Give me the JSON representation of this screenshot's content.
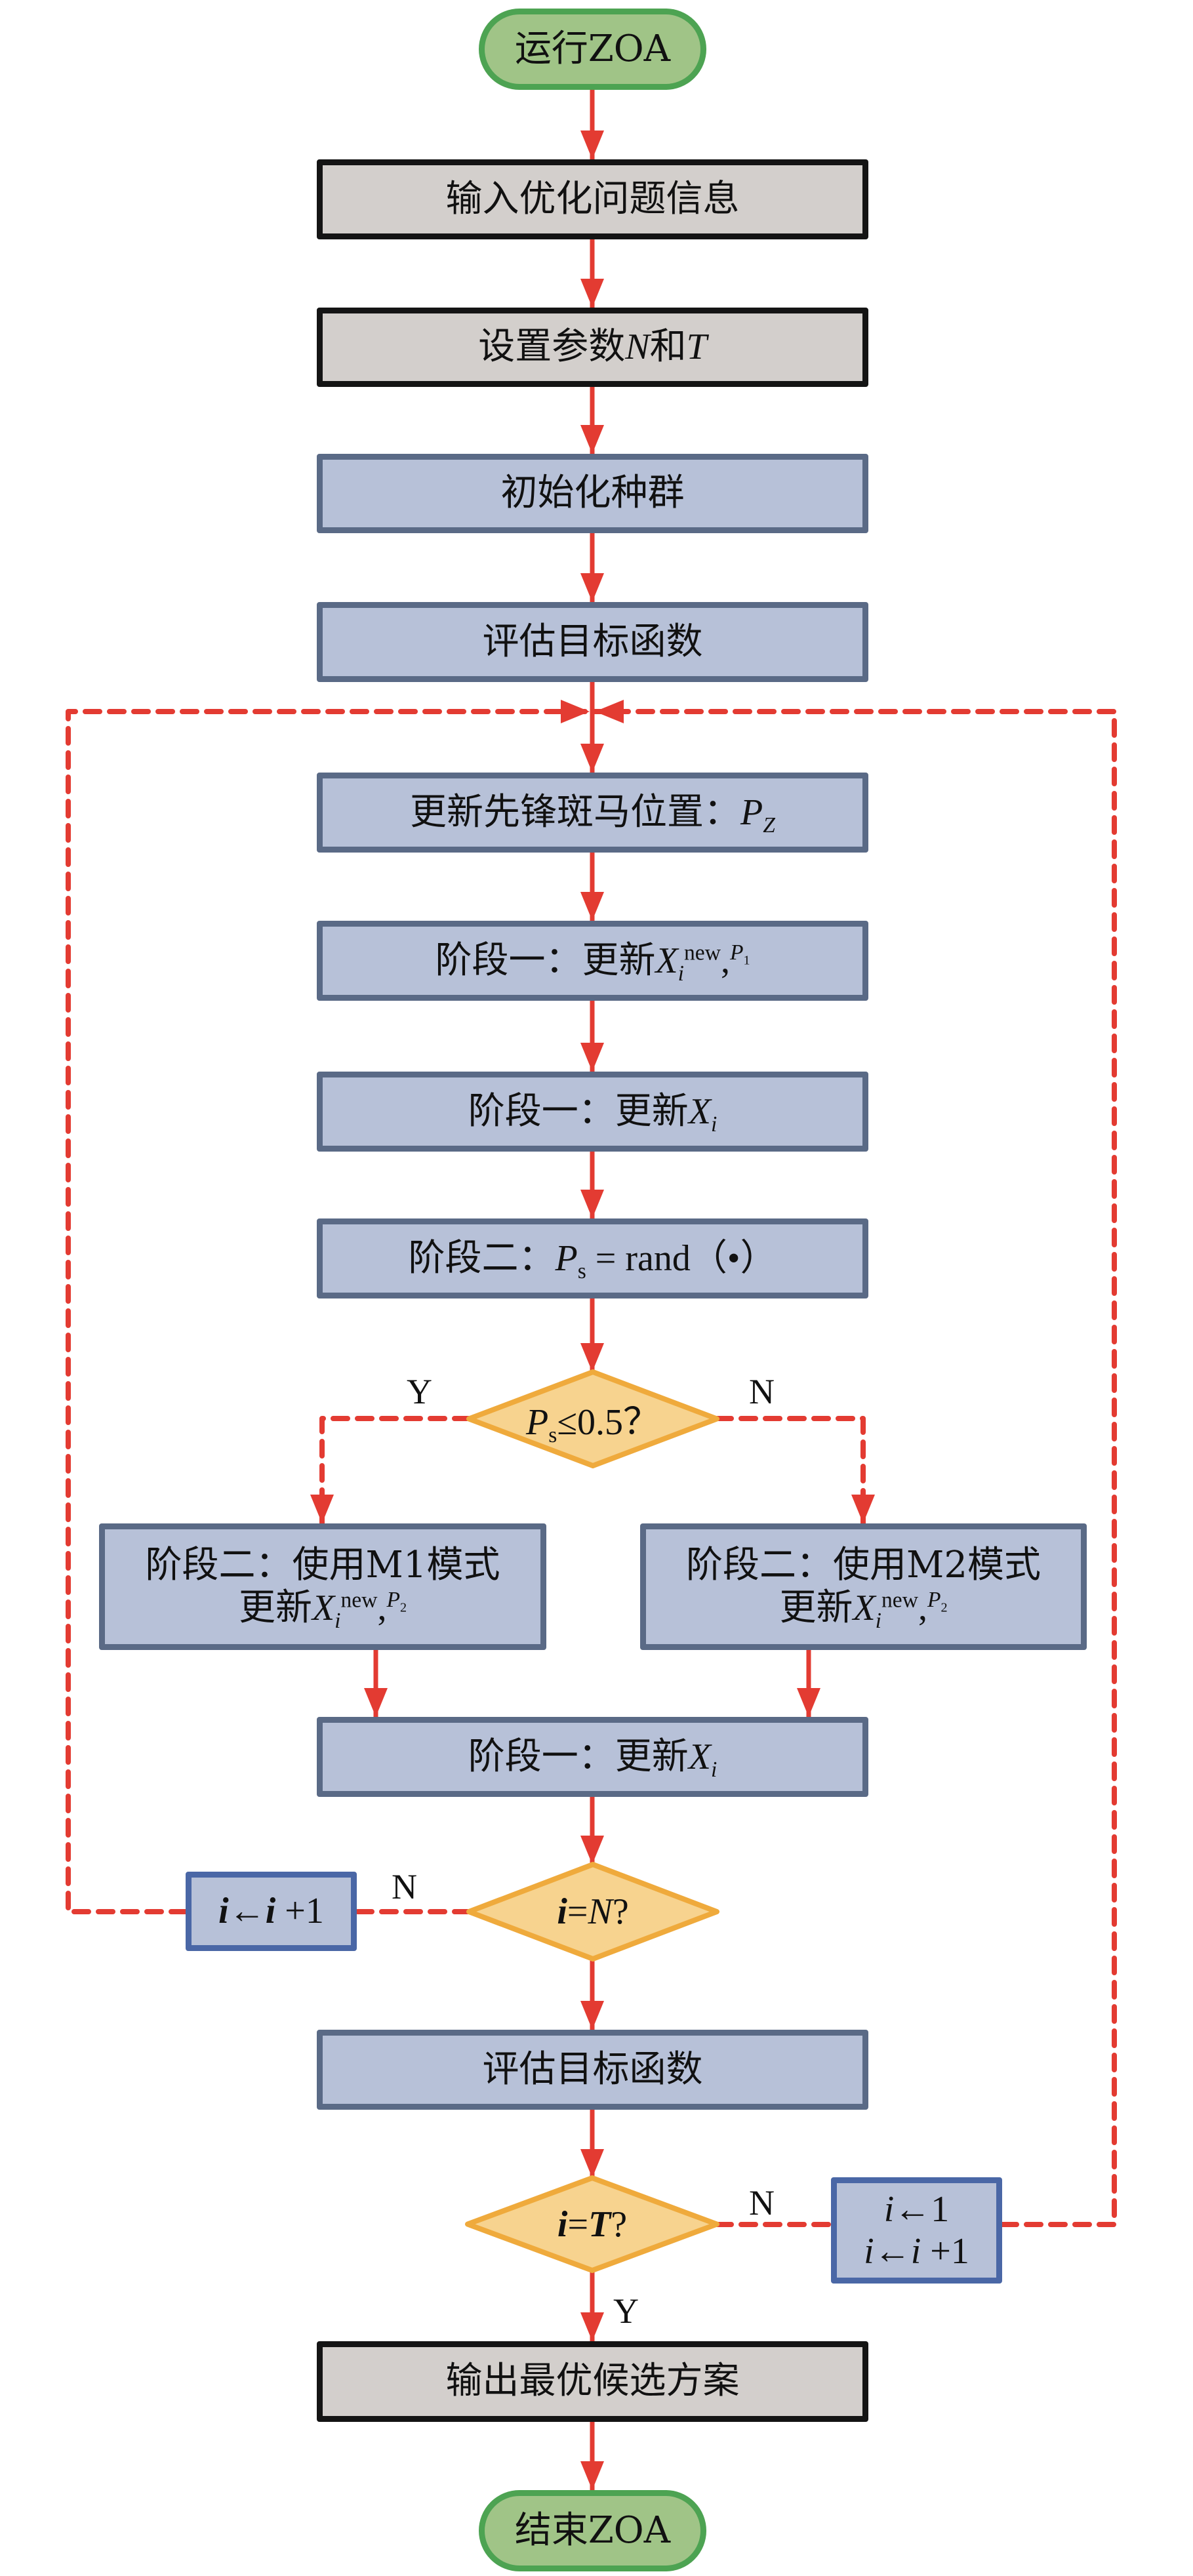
{
  "title": "ZOA 算法流程图",
  "colors": {
    "arrow": "#e33b32",
    "terminal_fill": "#a0c487",
    "terminal_stroke": "#4da352",
    "io_fill": "#d3cfcc",
    "io_stroke": "#141414",
    "process_fill": "#b7c1d8",
    "process_stroke": "#5a6a86",
    "decision_fill": "#f7d38f",
    "decision_stroke": "#efaa3c"
  },
  "nodes": {
    "start": {
      "text": "运行ZOA"
    },
    "input": {
      "text": "输入优化问题信息"
    },
    "params": {
      "prefix": "设置参数",
      "var1": "N",
      "mid": "和",
      "var2": "T"
    },
    "init": {
      "text": "初始化种群"
    },
    "eval1": {
      "text": "评估目标函数"
    },
    "pioneer": {
      "prefix": "更新先锋斑马位置：",
      "var": "P",
      "sub": "Z"
    },
    "phase1_new": {
      "prefix": "阶段一：更新",
      "var": "X",
      "sub": "i",
      "sup": "new",
      "sep": ",",
      "sup2_var": "P",
      "sup2_sub": "1"
    },
    "phase1_update": {
      "prefix": "阶段一：更新",
      "var": "X",
      "sub": "i"
    },
    "phase2_rand": {
      "prefix": "阶段二：",
      "var": "P",
      "sub": "s",
      "suffix": " = rand（•）"
    },
    "decision_ps": {
      "var": "P",
      "sub": "s",
      "suffix": "≤0.5？"
    },
    "m1": {
      "line1": "阶段二：使用M1模式",
      "prefix": "更新",
      "var": "X",
      "sub": "i",
      "sup": "new",
      "sep": ",",
      "sup2_var": "P",
      "sup2_sub": "2"
    },
    "m2": {
      "line1": "阶段二：使用M2模式",
      "prefix": "更新",
      "var": "X",
      "sub": "i",
      "sup": "new",
      "sep": ",",
      "sup2_var": "P",
      "sup2_sub": "2"
    },
    "phase1_update2": {
      "prefix": "阶段一：更新",
      "var": "X",
      "sub": "i"
    },
    "decision_n": {
      "lhs": "i",
      "op": "=",
      "rhs": "N",
      "q": "?"
    },
    "incr_i": {
      "lhs": "i",
      "arrow": "←",
      "rhs": "i",
      "plus": " +1"
    },
    "eval2": {
      "text": "评估目标函数"
    },
    "decision_t": {
      "lhs": "i",
      "op": "=",
      "rhs": "T",
      "q": "?"
    },
    "reset": {
      "line1_lhs": "i",
      "line1_arrow": "←",
      "line1_rhs": "1",
      "line2_lhs": "i",
      "line2_arrow": "←",
      "line2_rhs": "i",
      "line2_plus": " +1"
    },
    "output": {
      "text": "输出最优候选方案"
    },
    "end": {
      "text": "结束ZOA"
    }
  },
  "edge_labels": {
    "ps_yes": "Y",
    "ps_no": "N",
    "n_no": "N",
    "t_no": "N",
    "t_yes": "Y"
  }
}
